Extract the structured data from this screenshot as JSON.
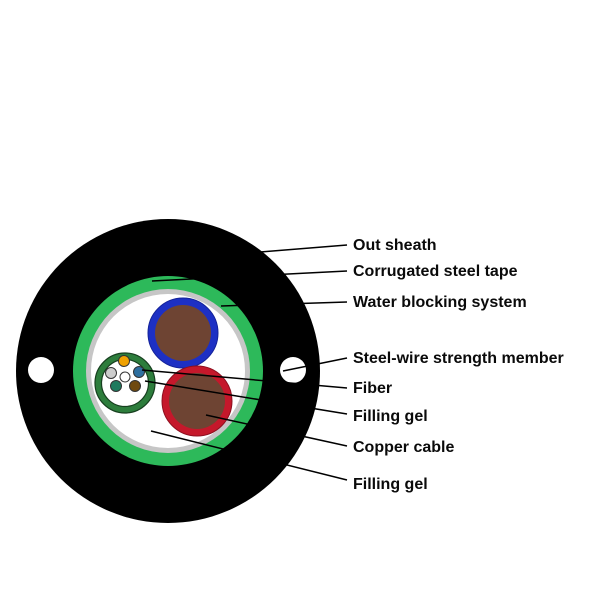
{
  "figure": {
    "description": "fiber-optic cable cross-section diagram",
    "labels": [
      {
        "text": "Out sheath"
      },
      {
        "text": "Corrugated steel tape"
      },
      {
        "text": "Water blocking system"
      },
      {
        "text": "Steel-wire strength member"
      },
      {
        "text": "Fiber"
      },
      {
        "text": "Filling gel"
      },
      {
        "text": "Copper cable"
      },
      {
        "text": "Filling gel"
      }
    ]
  },
  "colors": {
    "sheath_black": "#000000",
    "hole_white": "#ffffff",
    "steel_tape_green": "#2db95a",
    "water_blocking_gray": "#c6c6c6",
    "core_gel_white": "#ffffff",
    "cable_jacket_blue": "#1d30c4",
    "cable_jacket_red": "#c5182b",
    "conductor_brown": "#6e4433",
    "loose_tube_green": "#2d7d3c",
    "tube_gel_white": "#ffffff",
    "fiber_orange": "#f0a202",
    "fiber_gray": "#cccccc",
    "fiber_blue": "#2e6f9f",
    "fiber_white": "#ffffff",
    "fiber_teal": "#1f7a5e",
    "fiber_brown": "#6f4a10"
  }
}
